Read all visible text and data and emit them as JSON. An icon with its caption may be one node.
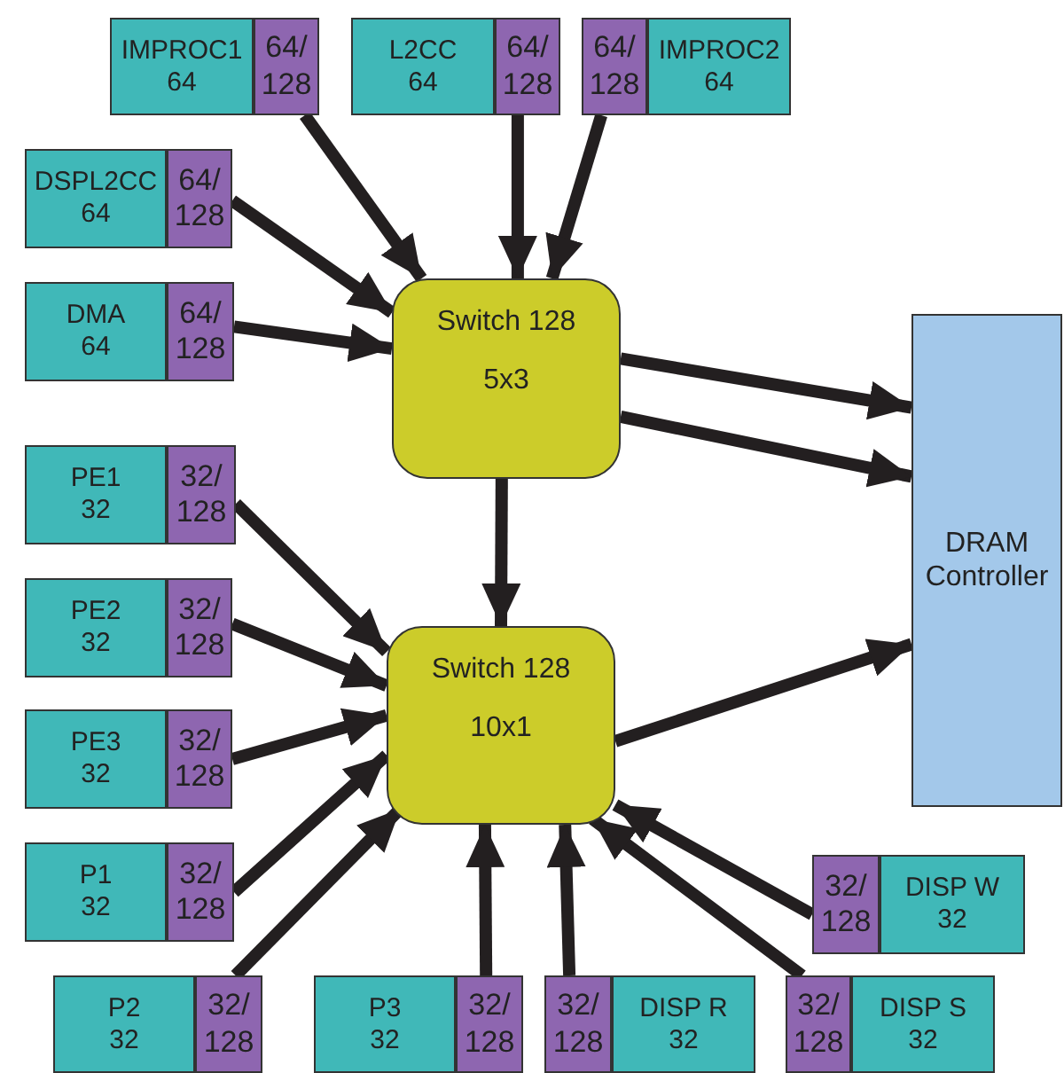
{
  "diagram": {
    "nodes": [
      {
        "text": [
          "IMPROC1",
          "64"
        ]
      },
      {
        "text": [
          "64/ 128"
        ]
      },
      {
        "text": [
          "L2CC",
          "64"
        ]
      },
      {
        "text": [
          "64/ 128"
        ]
      },
      {
        "text": [
          "64/ 128"
        ]
      },
      {
        "text": [
          "IMPROC2",
          "64"
        ]
      },
      {
        "text": [
          "DSPL2CC",
          "64"
        ]
      },
      {
        "text": [
          "64/ 128"
        ]
      },
      {
        "text": [
          "DMA",
          "64"
        ]
      },
      {
        "text": [
          "64/ 128"
        ]
      },
      {
        "text": [
          "Switch 128",
          "5x3"
        ]
      },
      {
        "text": [
          "DRAM Controller"
        ]
      },
      {
        "text": [
          "PE1",
          "32"
        ]
      },
      {
        "text": [
          "32/ 128"
        ]
      },
      {
        "text": [
          "PE2",
          "32"
        ]
      },
      {
        "text": [
          "32/ 128"
        ]
      },
      {
        "text": [
          "PE3",
          "32"
        ]
      },
      {
        "text": [
          "32/ 128"
        ]
      },
      {
        "text": [
          "Switch 128",
          "10x1"
        ]
      },
      {
        "text": [
          "P1",
          "32"
        ]
      },
      {
        "text": [
          "32/ 128"
        ]
      },
      {
        "text": [
          "32/ 128"
        ]
      },
      {
        "text": [
          "DISP W",
          "32"
        ]
      },
      {
        "text": [
          "P2",
          "32"
        ]
      },
      {
        "text": [
          "32/ 128"
        ]
      },
      {
        "text": [
          "P3",
          "32"
        ]
      },
      {
        "text": [
          "32/ 128"
        ]
      },
      {
        "text": [
          "32/ 128"
        ]
      },
      {
        "text": [
          "DISP R",
          "32"
        ]
      },
      {
        "text": [
          "32/ 128"
        ]
      },
      {
        "text": [
          "DISP S",
          "32"
        ]
      }
    ],
    "edges": [
      {
        "from": 1,
        "to": 10,
        "arrow": "to"
      },
      {
        "from": 3,
        "to": 10,
        "arrow": "to"
      },
      {
        "from": 4,
        "to": 10,
        "arrow": "to"
      },
      {
        "from": 7,
        "to": 10,
        "arrow": "to"
      },
      {
        "from": 9,
        "to": 10,
        "arrow": "to"
      },
      {
        "from": 10,
        "to": 11,
        "arrow": "to"
      },
      {
        "from": 10,
        "to": 11,
        "arrow": "to"
      },
      {
        "from": 10,
        "to": 18,
        "arrow": "to"
      },
      {
        "from": 13,
        "to": 18,
        "arrow": "to"
      },
      {
        "from": 15,
        "to": 18,
        "arrow": "to"
      },
      {
        "from": 17,
        "to": 18,
        "arrow": "to"
      },
      {
        "from": 20,
        "to": 18,
        "arrow": "to"
      },
      {
        "from": 24,
        "to": 18,
        "arrow": "to"
      },
      {
        "from": 26,
        "to": 18,
        "arrow": "to"
      },
      {
        "from": 27,
        "to": 18,
        "arrow": "to"
      },
      {
        "from": 29,
        "to": 18,
        "arrow": "to"
      },
      {
        "from": 21,
        "to": 18,
        "arrow": "to"
      },
      {
        "from": 18,
        "to": 11,
        "arrow": "to"
      }
    ]
  }
}
